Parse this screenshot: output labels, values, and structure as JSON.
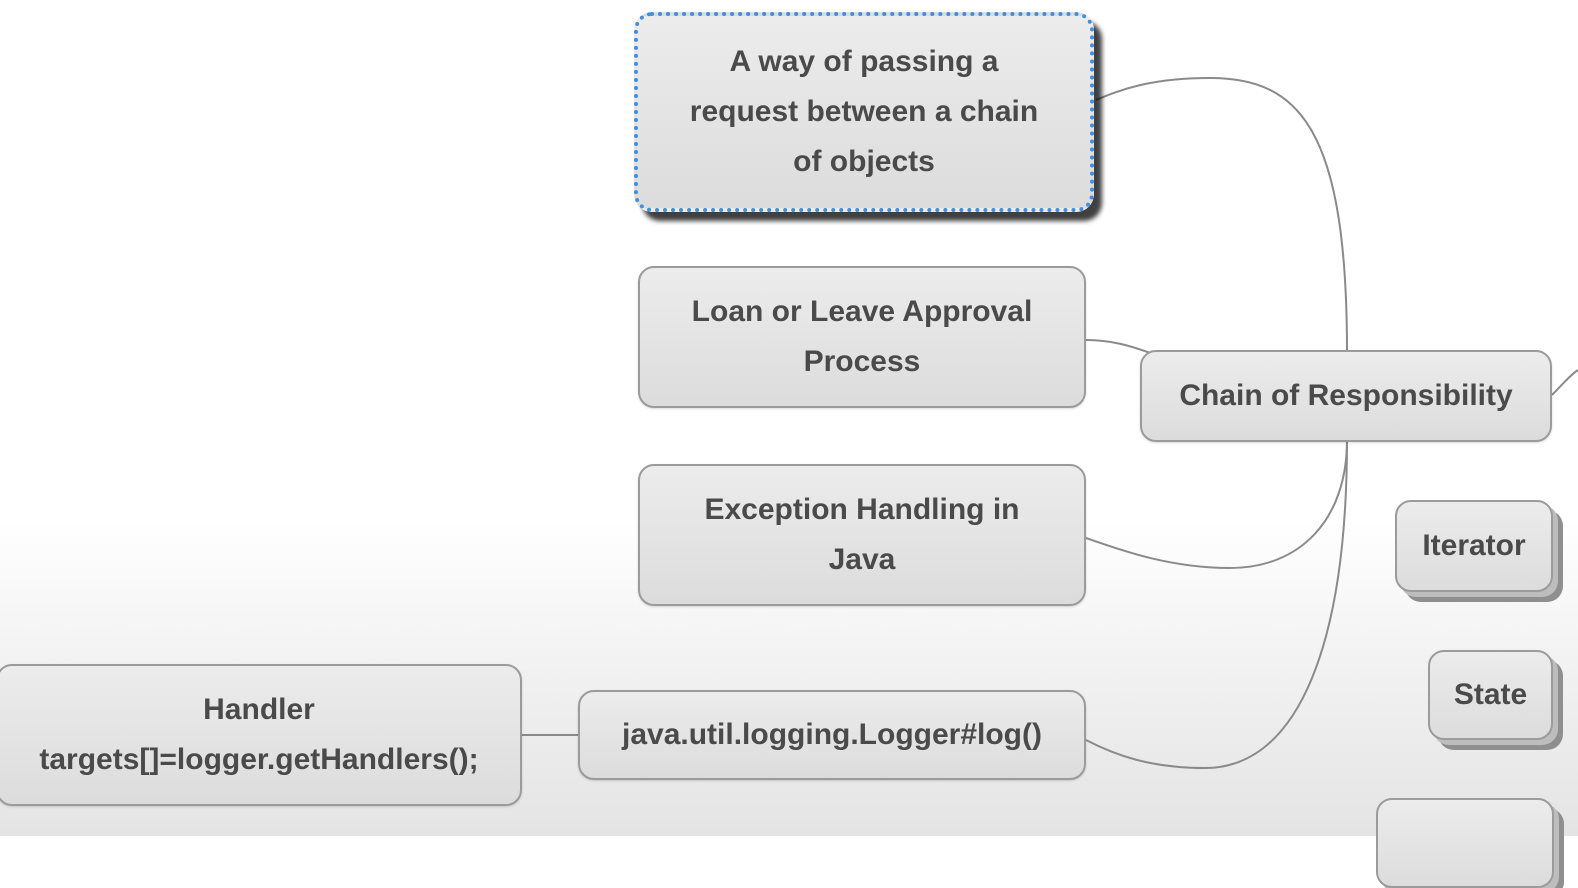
{
  "mindmap": {
    "central": "Chain of Responsibility",
    "children": {
      "definition": [
        "A way of passing a",
        "request between a chain",
        "of objects"
      ],
      "loan": [
        "Loan or Leave Approval",
        "Process"
      ],
      "exception": [
        "Exception Handling in",
        "Java"
      ],
      "logger": "java.util.logging.Logger#log()"
    },
    "logger_child": [
      "Handler",
      "targets[]=logger.getHandlers();"
    ],
    "siblings": {
      "iterator": "Iterator",
      "state": "State"
    }
  },
  "colors": {
    "node_fill": "#e3e3e3",
    "node_border": "#9b9b9b",
    "text": "#4a4a4a",
    "selection": "#3d8fe0",
    "connector": "#8a8a8a"
  }
}
